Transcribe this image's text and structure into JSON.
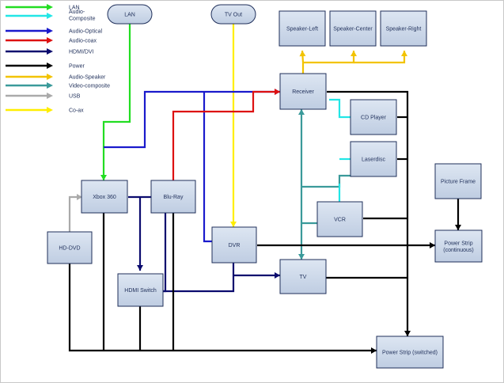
{
  "colors": {
    "lan": "#22dd22",
    "audio_composite": "#22e6e6",
    "audio_optical": "#1a1acc",
    "audio_coax": "#dd1111",
    "hdmi": "#0b0b6e",
    "power": "#000000",
    "audio_speaker": "#f2c300",
    "video_composite": "#3a9a9a",
    "usb": "#aaaaaa",
    "coax": "#ffee00",
    "box_fill": "#cdd9ea",
    "box_stroke": "#1f2f5a"
  },
  "legend": [
    {
      "key": "lan",
      "label": "LAN"
    },
    {
      "key": "audio_composite",
      "label": "Audio-\nComposite"
    },
    {
      "key": "audio_optical",
      "label": "Audio-Optical"
    },
    {
      "key": "audio_coax",
      "label": "Audio-coax"
    },
    {
      "key": "hdmi",
      "label": "HDMI/DVI"
    },
    {
      "key": "power",
      "label": "Power"
    },
    {
      "key": "audio_speaker",
      "label": "Audio-Speaker"
    },
    {
      "key": "video_composite",
      "label": "Video-composite"
    },
    {
      "key": "usb",
      "label": "USB"
    },
    {
      "key": "coax",
      "label": "Co-ax"
    }
  ],
  "nodes": {
    "lan": "LAN",
    "tv_out": "TV Out",
    "speaker_left": "Speaker-Left",
    "speaker_center": "Speaker-Center",
    "speaker_right": "Speaker-Right",
    "receiver": "Receiver",
    "cd_player": "CD Player",
    "laserdisc": "Laserdisc",
    "picture_frame": "Picture Frame",
    "xbox": "Xbox 360",
    "bluray": "Blu-Ray",
    "vcr": "VCR",
    "hddvd": "HD-DVD",
    "dvr": "DVR",
    "power_strip_cont": "Power Strip\n(continuous)",
    "hdmi_switch": "HDMI Switch",
    "tv": "TV",
    "power_strip_sw": "Power Strip (switched)"
  }
}
